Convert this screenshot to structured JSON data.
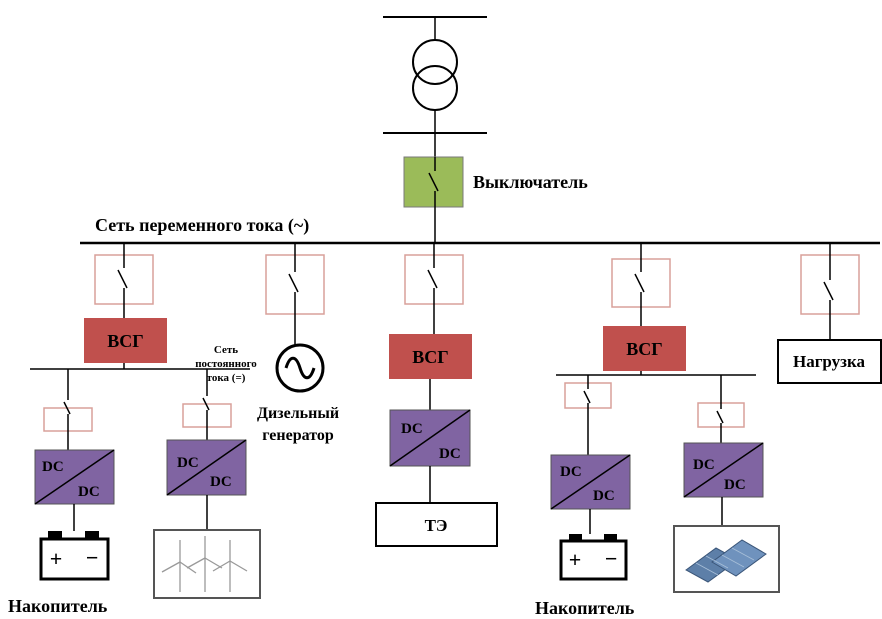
{
  "labels": {
    "breaker": "Выключатель",
    "ac_grid": "Сеть переменного тока (~)",
    "dc_grid_line1": "Сеть",
    "dc_grid_line2": "постоянного",
    "dc_grid_line3": "тока (=)",
    "diesel_line1": "Дизельный",
    "diesel_line2": "генератор",
    "load": "Нагрузка",
    "fuel_cell": "ТЭ",
    "storage_left": "Накопитель",
    "storage_right": "Накопитель"
  },
  "vsg": [
    "ВСГ",
    "ВСГ",
    "ВСГ"
  ],
  "dcdc": [
    {
      "top": "DC",
      "bottom": "DC"
    },
    {
      "top": "DC",
      "bottom": "DC"
    },
    {
      "top": "DC",
      "bottom": "DC"
    },
    {
      "top": "DC",
      "bottom": "DC"
    },
    {
      "top": "DC",
      "bottom": "DC"
    }
  ],
  "battery": {
    "plus": "+",
    "minus": "−"
  },
  "colors": {
    "vsg_fill": "#c0504d",
    "dcdc_fill": "#8064a2",
    "breaker_fill": "#9bbb59",
    "switch_frame": "#d9a09a",
    "line": "#000000"
  },
  "icons": [
    "transformer-icon",
    "ac-generator-icon",
    "battery-icon",
    "wind-turbine-icon",
    "solar-panel-icon"
  ]
}
